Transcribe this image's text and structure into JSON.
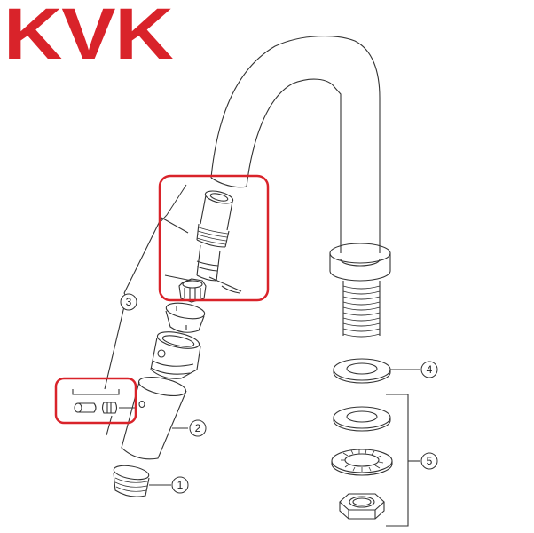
{
  "brand": {
    "logo_text": "KVK",
    "color": "#d9232a"
  },
  "diagram": {
    "title": "Faucet exploded parts diagram",
    "highlight_color": "#d9232a",
    "line_color": "#333333",
    "callouts": [
      {
        "number": "1",
        "part": "aerator"
      },
      {
        "number": "2",
        "part": "spout-sleeve"
      },
      {
        "number": "3",
        "part": "cartridge-assembly"
      },
      {
        "number": "4",
        "part": "base-gasket"
      },
      {
        "number": "5",
        "part": "mounting-hardware-set"
      }
    ],
    "highlighted_groups": [
      {
        "name": "cartridge-highlight"
      },
      {
        "name": "pin-screw-highlight"
      }
    ]
  }
}
